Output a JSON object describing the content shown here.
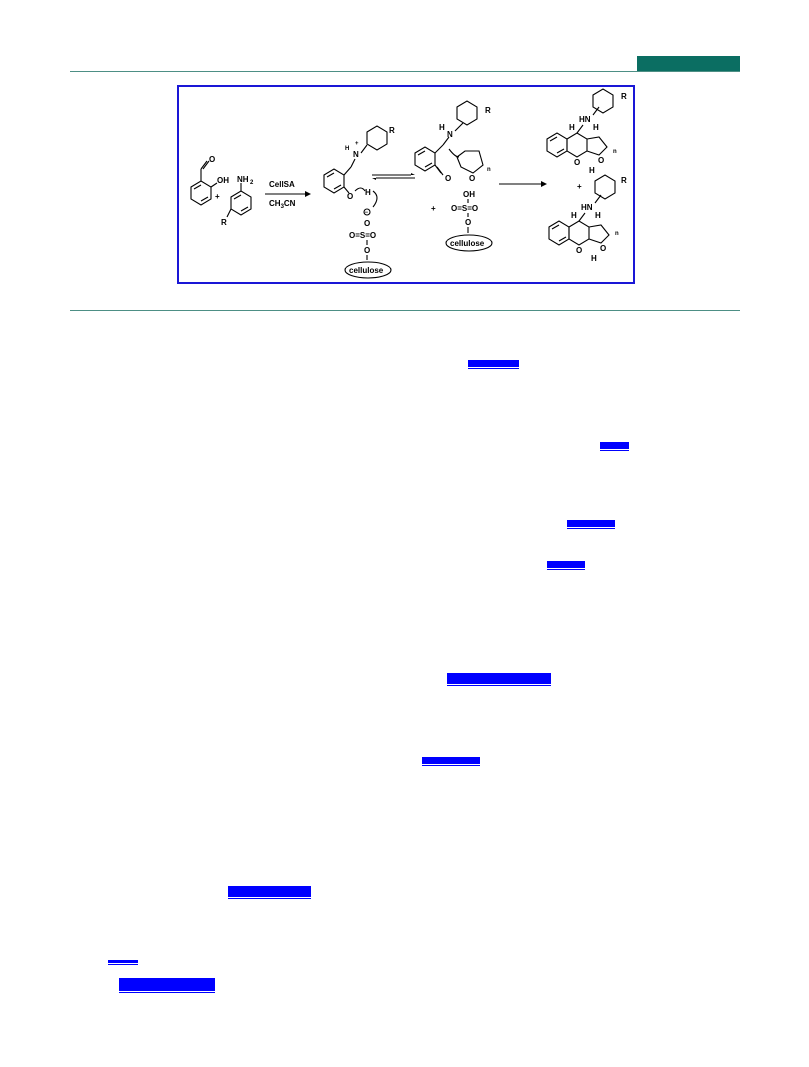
{
  "scheme": {
    "reactants": {
      "salicylaldehyde_oh": "OH",
      "plus": "+",
      "aniline_nh2": "NH",
      "aniline_nh2_sub": "2",
      "aniline_r": "R"
    },
    "conditions": {
      "catalyst": "CellSA",
      "solvent": "CH",
      "solvent_sub": "3",
      "solvent_tail": "CN"
    },
    "intermediate1": {
      "h_plus": "H",
      "charge": "+",
      "n_label": "N",
      "r_label": "R",
      "o_label": "O",
      "h_label": "H",
      "minus": "−",
      "o1": "O",
      "s_label": "O=S=O",
      "o2": "O",
      "support": "cellulose"
    },
    "intermediate2": {
      "h_label": "H",
      "n_label": "N",
      "r_label": "R",
      "o_carbonyl": "O",
      "o_furan": "O",
      "n_index": "n",
      "plus": "+",
      "oh_label": "OH",
      "s_label": "O=S=O",
      "o_bottom": "O",
      "support": "cellulose"
    },
    "products": {
      "plus": "+",
      "top": {
        "r_label": "R",
        "hn": "HN",
        "h_left": "H",
        "h_right": "H",
        "o_ring": "O",
        "o_furan": "O",
        "h_bottom": "H",
        "n_index": "n"
      },
      "bottom": {
        "r_label": "R",
        "hn": "HN",
        "h_left": "H",
        "h_right": "H",
        "o_ring": "O",
        "o_furan": "O",
        "h_bottom": "H",
        "n_index": "n"
      }
    }
  },
  "citation_links": [
    {
      "id": "cite-1"
    },
    {
      "id": "cite-2"
    },
    {
      "id": "cite-3"
    },
    {
      "id": "cite-4"
    },
    {
      "id": "cite-5"
    },
    {
      "id": "cite-6"
    },
    {
      "id": "cite-7"
    },
    {
      "id": "cite-8"
    },
    {
      "id": "cite-9"
    }
  ],
  "colors": {
    "accent": "#0b6e62",
    "rule": "#4d8f85",
    "scheme_border": "#1a17d6",
    "link": "#0000ff"
  }
}
